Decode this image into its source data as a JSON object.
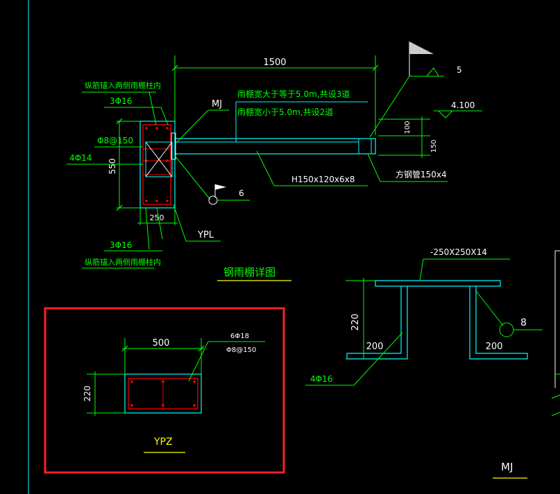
{
  "colors": {
    "background": "#000000",
    "green": "#00ff00",
    "cyan": "#00ffff",
    "white": "#ffffff",
    "red": "#ff0000",
    "yellow": "#ffff00",
    "frame_red": "#ff2020"
  },
  "canopy_detail": {
    "title": "钢雨棚详图",
    "dim_length": "1500",
    "dim_height": "550",
    "dim_width": "250",
    "dim_100": "100",
    "dim_150": "150",
    "note_top": "纵筋锚入两侧雨棚柱内",
    "note_bottom": "纵筋锚入两侧雨棚柱内",
    "top_bars": "3Φ16",
    "bottom_bars": "3Φ16",
    "stirrup": "Φ8@150",
    "side_bars": "4Φ14",
    "label_mj": "MJ",
    "label_ypl": "YPL",
    "beam_spec": "H150x120x6x8",
    "tube_spec": "方钢管150x4",
    "note_wide": "雨棚宽大于等于5.0m,共设3道",
    "note_narrow": "雨棚宽小于5.0m,共设2道",
    "elevation": "4.100",
    "callout_5": "5",
    "callout_6": "6"
  },
  "ypz_detail": {
    "title": "YPZ",
    "dim_width": "500",
    "dim_height": "220",
    "main_bars": "6Φ18",
    "stirrup": "Φ8@150"
  },
  "mj_detail": {
    "plate": "-250X250X14",
    "dim_height": "220",
    "dim_left": "200",
    "dim_right": "200",
    "anchor_bars": "4Φ16",
    "callout_8": "8",
    "title": "MJ"
  }
}
